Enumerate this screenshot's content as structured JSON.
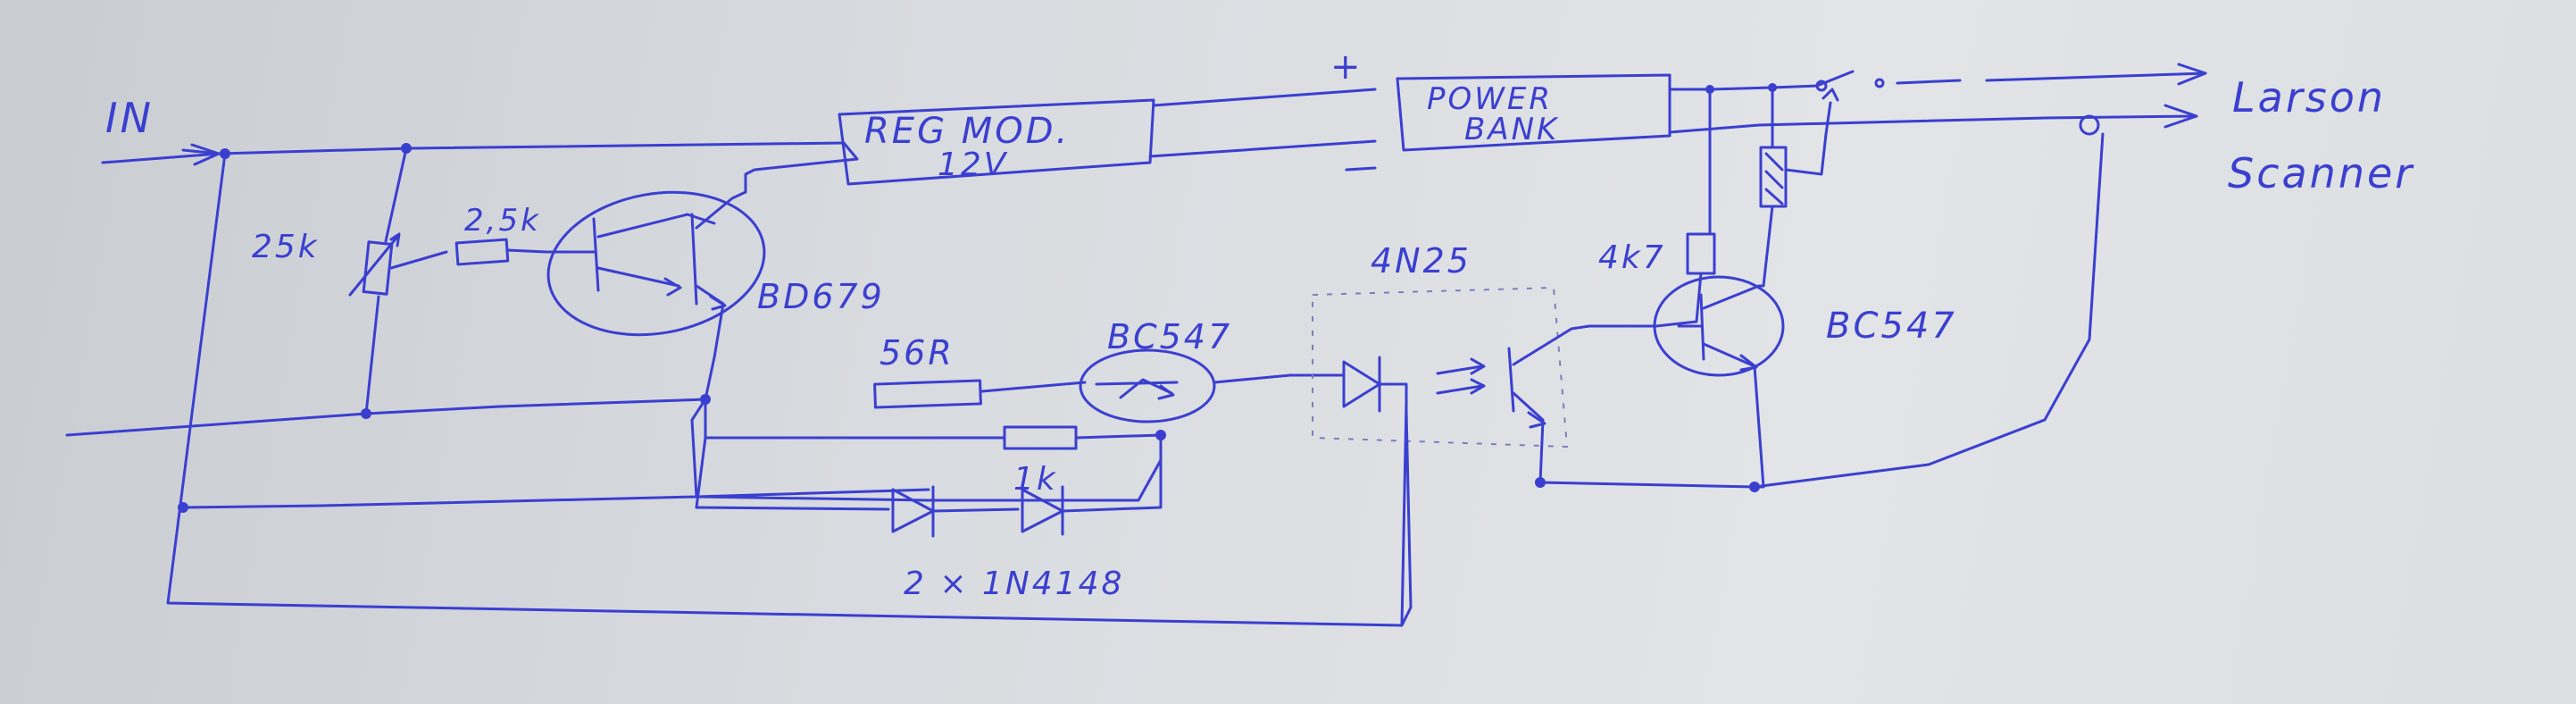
{
  "colors": {
    "ink": "#3b3fd0",
    "paper": "#dfe1e4"
  },
  "labels": {
    "input": "IN",
    "pot": "25k",
    "base_resistor": "2,5k",
    "darlington": "BD679",
    "regulator_line1": "REG MOD.",
    "regulator_line2": "12V",
    "plus_sign": "+",
    "power_bank_line1": "POWER",
    "power_bank_line2": "BANK",
    "sense_resistor": "56R",
    "sense_transistor": "BC547",
    "bias_resistor": "1k",
    "diodes": "2 × 1N4148",
    "optocoupler": "4N25",
    "collector_resistor": "4k7",
    "driver_transistor": "BC547",
    "output_line1": "Larson",
    "output_line2": "Scanner"
  }
}
